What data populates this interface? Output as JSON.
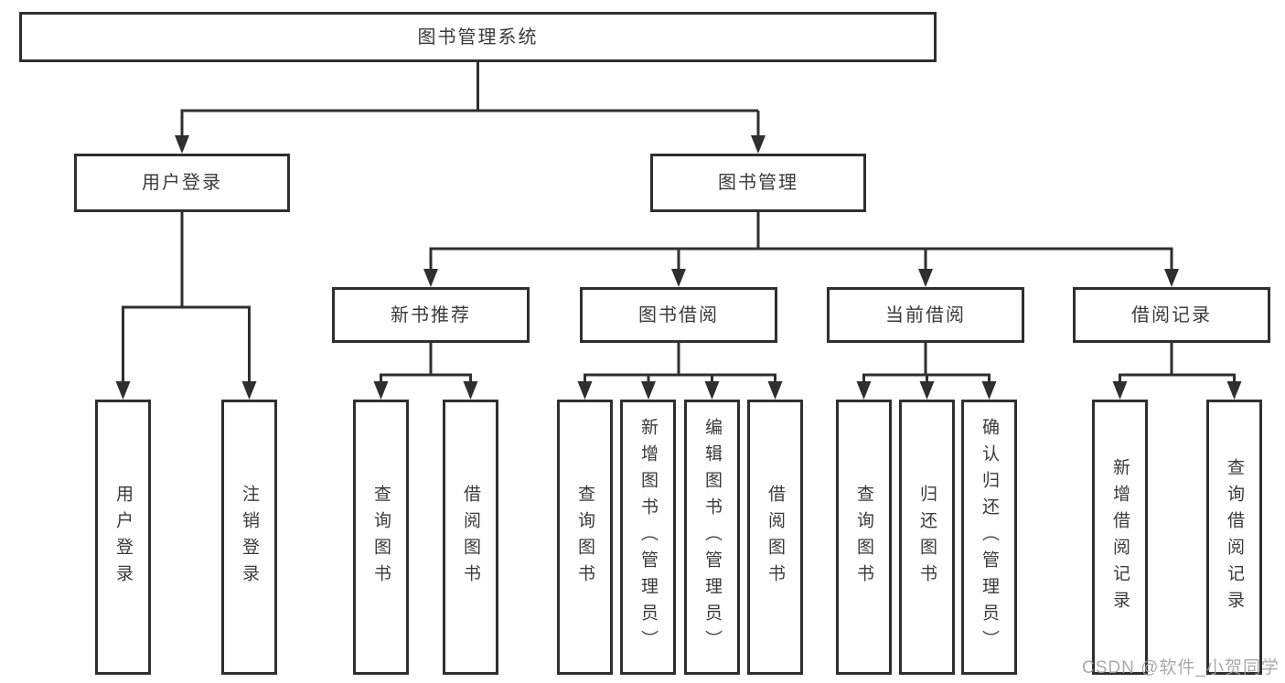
{
  "tree": {
    "label": "图书管理系统",
    "children": [
      {
        "label": "用户登录",
        "children": [
          {
            "label": "用户登录"
          },
          {
            "label": "注销登录"
          }
        ]
      },
      {
        "label": "图书管理",
        "children": [
          {
            "label": "新书推荐",
            "children": [
              {
                "label": "查询图书"
              },
              {
                "label": "借阅图书"
              }
            ]
          },
          {
            "label": "图书借阅",
            "children": [
              {
                "label": "查询图书"
              },
              {
                "label": "新增图书（管理员）"
              },
              {
                "label": "编辑图书（管理员）"
              },
              {
                "label": "借阅图书"
              }
            ]
          },
          {
            "label": "当前借阅",
            "children": [
              {
                "label": "查询图书"
              },
              {
                "label": "归还图书"
              },
              {
                "label": "确认归还（管理员）"
              }
            ]
          },
          {
            "label": "借阅记录",
            "children": [
              {
                "label": "新增借阅记录"
              },
              {
                "label": "查询借阅记录"
              }
            ]
          }
        ]
      }
    ]
  },
  "watermark": {
    "text": "CSDN @软件_小贺同学"
  },
  "colors": {
    "line": "#2f2f2f",
    "box_border": "#2f2f2f",
    "box_background": "#ffffff",
    "text": "#3a3a3a",
    "watermark": "#9e9e9e",
    "page_background": "#ffffff"
  }
}
